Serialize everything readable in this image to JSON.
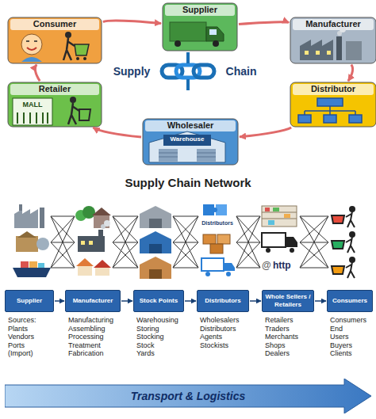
{
  "diagram": {
    "title": "Supply Chain Network",
    "nodes": [
      {
        "text": [
          "Supplier"
        ]
      },
      {
        "text": [
          "Manufacturer"
        ]
      },
      {
        "text": [
          "Distributor"
        ]
      },
      {
        "text": [
          "Wholesaler"
        ]
      },
      {
        "text": [
          "Retailer"
        ]
      },
      {
        "text": [
          "Consumer"
        ]
      },
      {
        "text": [
          "Supplier"
        ]
      },
      {
        "text": [
          "Manufacturer"
        ]
      },
      {
        "text": [
          "Stock Points"
        ]
      },
      {
        "text": [
          "Distributors"
        ]
      },
      {
        "text": [
          "Whole Sellers / Retailers"
        ]
      },
      {
        "text": [
          "Consumers"
        ]
      },
      {
        "text": [
          "Transport & Logistics"
        ]
      }
    ],
    "edges": [
      {
        "from": 0,
        "to": 1,
        "arrow": "to"
      },
      {
        "from": 1,
        "to": 2,
        "arrow": "to"
      },
      {
        "from": 2,
        "to": 3,
        "arrow": "to"
      },
      {
        "from": 3,
        "to": 4,
        "arrow": "to"
      },
      {
        "from": 4,
        "to": 5,
        "arrow": "to"
      },
      {
        "from": 5,
        "to": 0,
        "arrow": "to"
      },
      {
        "from": 6,
        "to": 7,
        "arrow": "to"
      },
      {
        "from": 7,
        "to": 8,
        "arrow": "to"
      },
      {
        "from": 8,
        "to": 9,
        "arrow": "to"
      },
      {
        "from": 9,
        "to": 10,
        "arrow": "to"
      },
      {
        "from": 10,
        "to": 11,
        "arrow": "to"
      }
    ],
    "labels": [
      "Supply",
      "Chain",
      "MALL",
      "Warehouse",
      "Distributors",
      "http",
      "@",
      "Sources: Plants Vendors Ports (Import)",
      "Manufacturing Assembling Processing Treatment Fabrication",
      "Warehousing Storing Stocking Stock Yards",
      "Wholesalers Distributors Agents Stockists",
      "Retailers Traders Merchants Shops Dealers",
      "Consumers End Users Buyers Clients"
    ]
  }
}
